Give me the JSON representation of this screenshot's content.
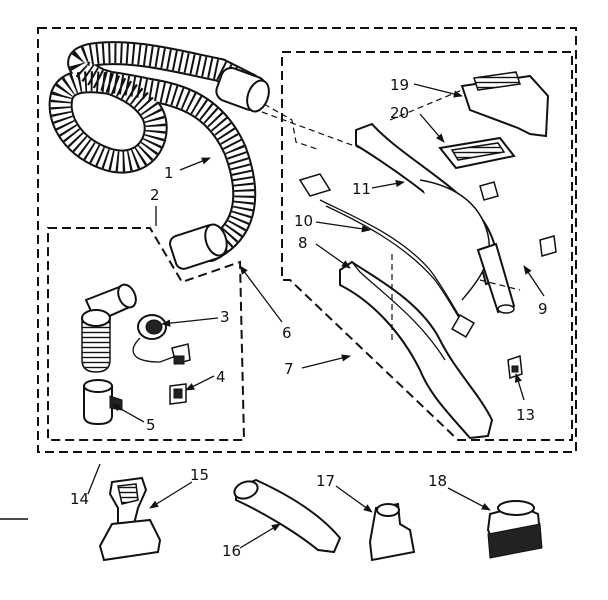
{
  "callouts": [
    {
      "id": "1",
      "label": "1"
    },
    {
      "id": "2",
      "label": "2"
    },
    {
      "id": "3",
      "label": "3"
    },
    {
      "id": "4",
      "label": "4"
    },
    {
      "id": "5",
      "label": "5"
    },
    {
      "id": "6",
      "label": "6"
    },
    {
      "id": "7",
      "label": "7"
    },
    {
      "id": "8",
      "label": "8"
    },
    {
      "id": "9",
      "label": "9"
    },
    {
      "id": "10",
      "label": "10"
    },
    {
      "id": "11",
      "label": "11"
    },
    {
      "id": "13",
      "label": "13"
    },
    {
      "id": "14",
      "label": "14"
    },
    {
      "id": "15",
      "label": "15"
    },
    {
      "id": "16",
      "label": "16"
    },
    {
      "id": "17",
      "label": "17"
    },
    {
      "id": "18",
      "label": "18"
    },
    {
      "id": "19",
      "label": "19"
    },
    {
      "id": "20",
      "label": "20"
    }
  ],
  "colors": {
    "ink": "#111111",
    "paper": "#ffffff"
  }
}
